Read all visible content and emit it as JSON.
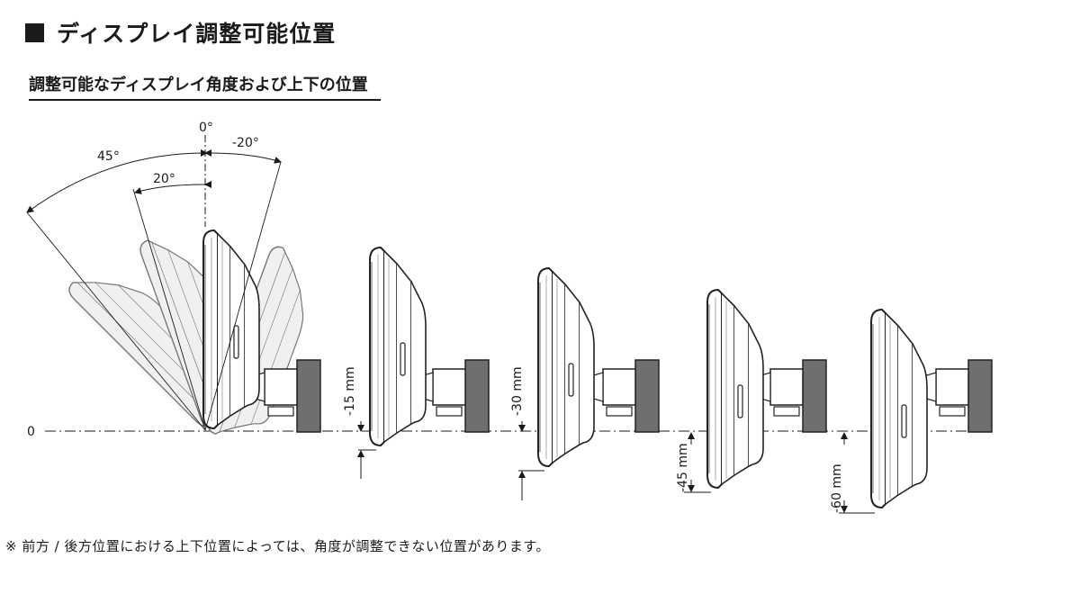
{
  "title": "ディスプレイ調整可能位置",
  "subtitle": "調整可能なディスプレイ角度および上下の位置",
  "angles": {
    "zero": "0°",
    "minus20": "-20°",
    "plus45": "45°",
    "plus20": "20°"
  },
  "baseline_label": "0",
  "offsets": [
    "-15 mm",
    "-30 mm",
    "-45 mm",
    "-60 mm"
  ],
  "footnote": "※ 前方 / 後方位置における上下位置によっては、角度が調整できない位置があります。"
}
